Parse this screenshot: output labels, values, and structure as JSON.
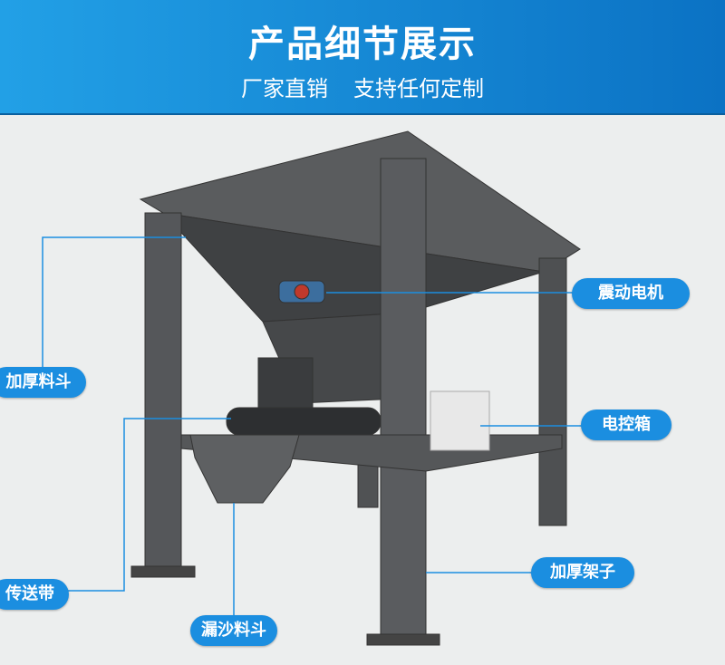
{
  "header": {
    "title": "产品细节展示",
    "subtitle_left": "厂家直销",
    "subtitle_right": "支持任何定制"
  },
  "labels": {
    "vibration_motor": "震动电机",
    "thick_hopper": "加厚料斗",
    "control_box": "电控箱",
    "thick_frame": "加厚架子",
    "conveyor_belt": "传送带",
    "sand_hopper": "漏沙料斗"
  },
  "colors": {
    "header_start": "#22a0e6",
    "header_end": "#0b72c4",
    "pill": "#1b8ee0"
  }
}
